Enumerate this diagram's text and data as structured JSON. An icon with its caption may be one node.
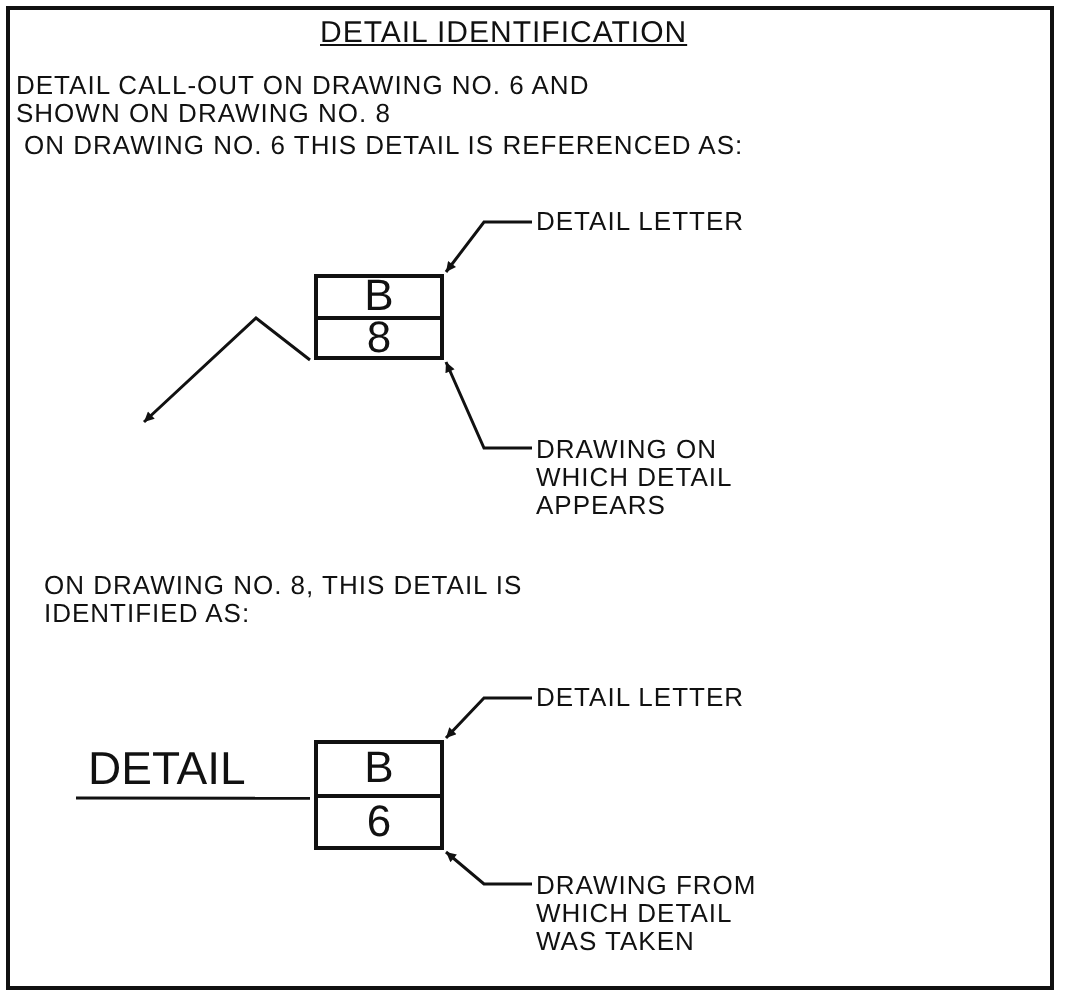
{
  "diagram": {
    "title": "DETAIL IDENTIFICATION",
    "nodes": [
      {
        "text": [
          "DETAIL LETTER"
        ]
      },
      {
        "text": [],
        "shape": "box"
      },
      {
        "text": [
          "B"
        ],
        "in": 1
      },
      {
        "text": [
          "8"
        ],
        "in": 1
      },
      {
        "text": [
          "DRAWING ON WHICH DETAIL APPEARS"
        ]
      },
      {
        "text": [
          "DETAIL LETTER"
        ]
      },
      {
        "text": [],
        "shape": "box"
      },
      {
        "text": [
          "B"
        ],
        "in": 6
      },
      {
        "text": [
          "6"
        ],
        "in": 6
      },
      {
        "text": [
          "DRAWING FROM WHICH DETAIL WAS TAKEN"
        ]
      }
    ],
    "edges": [
      {
        "from": 0,
        "to": 2,
        "arrow": "to"
      },
      {
        "from": 1,
        "to": null,
        "arrow": "to"
      },
      {
        "from": 4,
        "to": 3,
        "arrow": "to"
      },
      {
        "from": 5,
        "to": 7,
        "arrow": "to"
      },
      {
        "from": null,
        "to": 6,
        "arrow": "none",
        "label": "DETAIL"
      },
      {
        "from": 9,
        "to": 8,
        "arrow": "to"
      }
    ],
    "labels": [
      "DETAIL CALL-OUT ON DRAWING NO. 6 AND SHOWN ON DRAWING NO. 8",
      "ON DRAWING NO. 6 THIS DETAIL IS REFERENCED AS:",
      "ON DRAWING NO. 8, THIS DETAIL IS IDENTIFIED AS:"
    ]
  }
}
